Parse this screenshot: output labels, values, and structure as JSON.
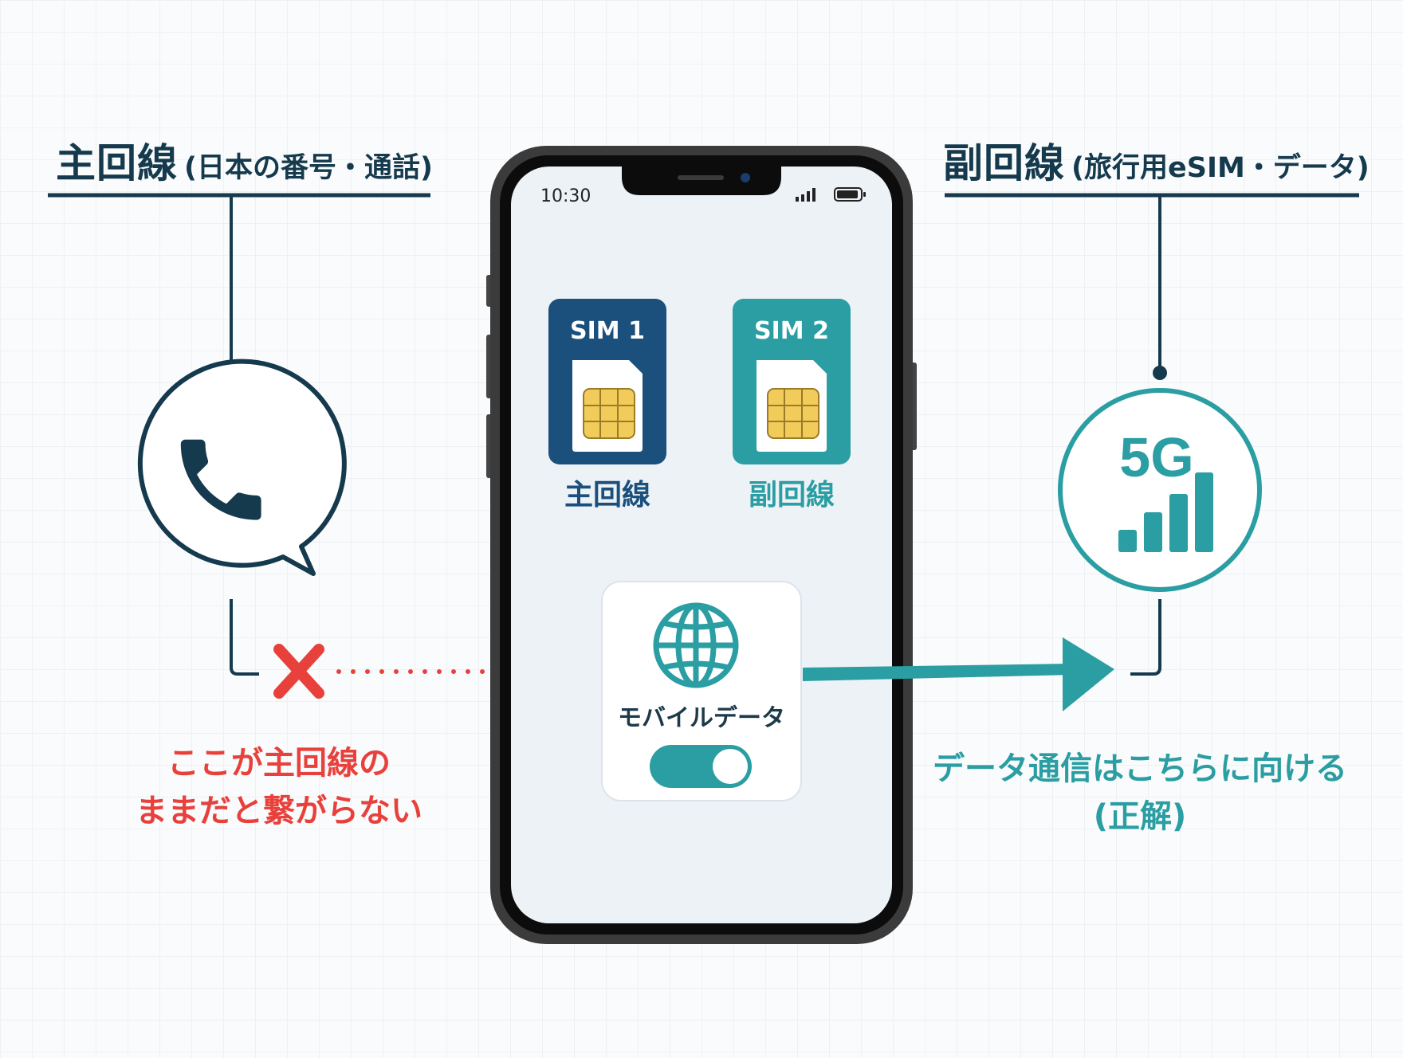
{
  "headings": {
    "left": {
      "main": "主回線",
      "sub": "(日本の番号・通話)"
    },
    "right": {
      "main": "副回線",
      "sub": "(旅行用eSIM・データ)"
    }
  },
  "phone": {
    "status_time": "10:30",
    "sims": [
      {
        "title": "SIM 1",
        "label": "主回線",
        "color": "#1b4f7c"
      },
      {
        "title": "SIM 2",
        "label": "副回線",
        "color": "#2a9ea2"
      }
    ],
    "mobile_data": {
      "label": "モバイルデータ",
      "toggle_on": true
    }
  },
  "left_icon": "phone-bubble-icon",
  "right_icon": {
    "text": "5G",
    "name": "signal-5g-icon"
  },
  "notes": {
    "left_line1": "ここが主回線の",
    "left_line2": "ままだと繋がらない",
    "right_line1": "データ通信はこちらに向ける",
    "right_line2": "(正解)"
  },
  "colors": {
    "navy": "#163a4d",
    "teal": "#2a9ea2",
    "red": "#e8413c"
  }
}
